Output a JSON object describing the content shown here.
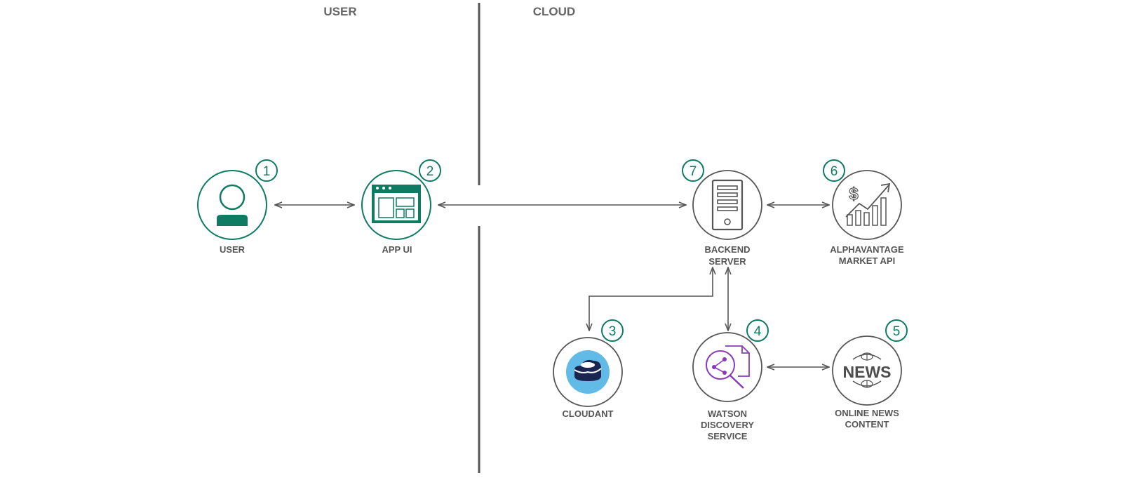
{
  "sections": {
    "user": "USER",
    "cloud": "CLOUD"
  },
  "nodes": {
    "user": {
      "label": "USER",
      "step": "1",
      "icon": "person-icon"
    },
    "app_ui": {
      "label": "APP UI",
      "step": "2",
      "icon": "app-window-icon"
    },
    "cloudant": {
      "label": "CLOUDANT",
      "step": "3",
      "icon": "cloudant-database-icon"
    },
    "watson": {
      "label_lines": [
        "WATSON",
        "DISCOVERY",
        "SERVICE"
      ],
      "step": "4",
      "icon": "discovery-search-icon"
    },
    "news": {
      "label_lines": [
        "ONLINE NEWS",
        "CONTENT"
      ],
      "step": "5",
      "icon": "news-globe-icon",
      "icon_text": "NEWS"
    },
    "alpha": {
      "label_lines": [
        "ALPHAVANTAGE",
        "MARKET API"
      ],
      "step": "6",
      "icon": "market-chart-icon",
      "icon_text": "$"
    },
    "backend": {
      "label_lines": [
        "BACKEND",
        "SERVER"
      ],
      "step": "7",
      "icon": "server-icon"
    }
  },
  "colors": {
    "green": "#0f7b63",
    "gray_line": "#555555",
    "divider": "#555555",
    "cloudant_blue": "#62bbe7",
    "cloudant_navy": "#1a2551",
    "watson_purple": "#8a3ab9"
  }
}
